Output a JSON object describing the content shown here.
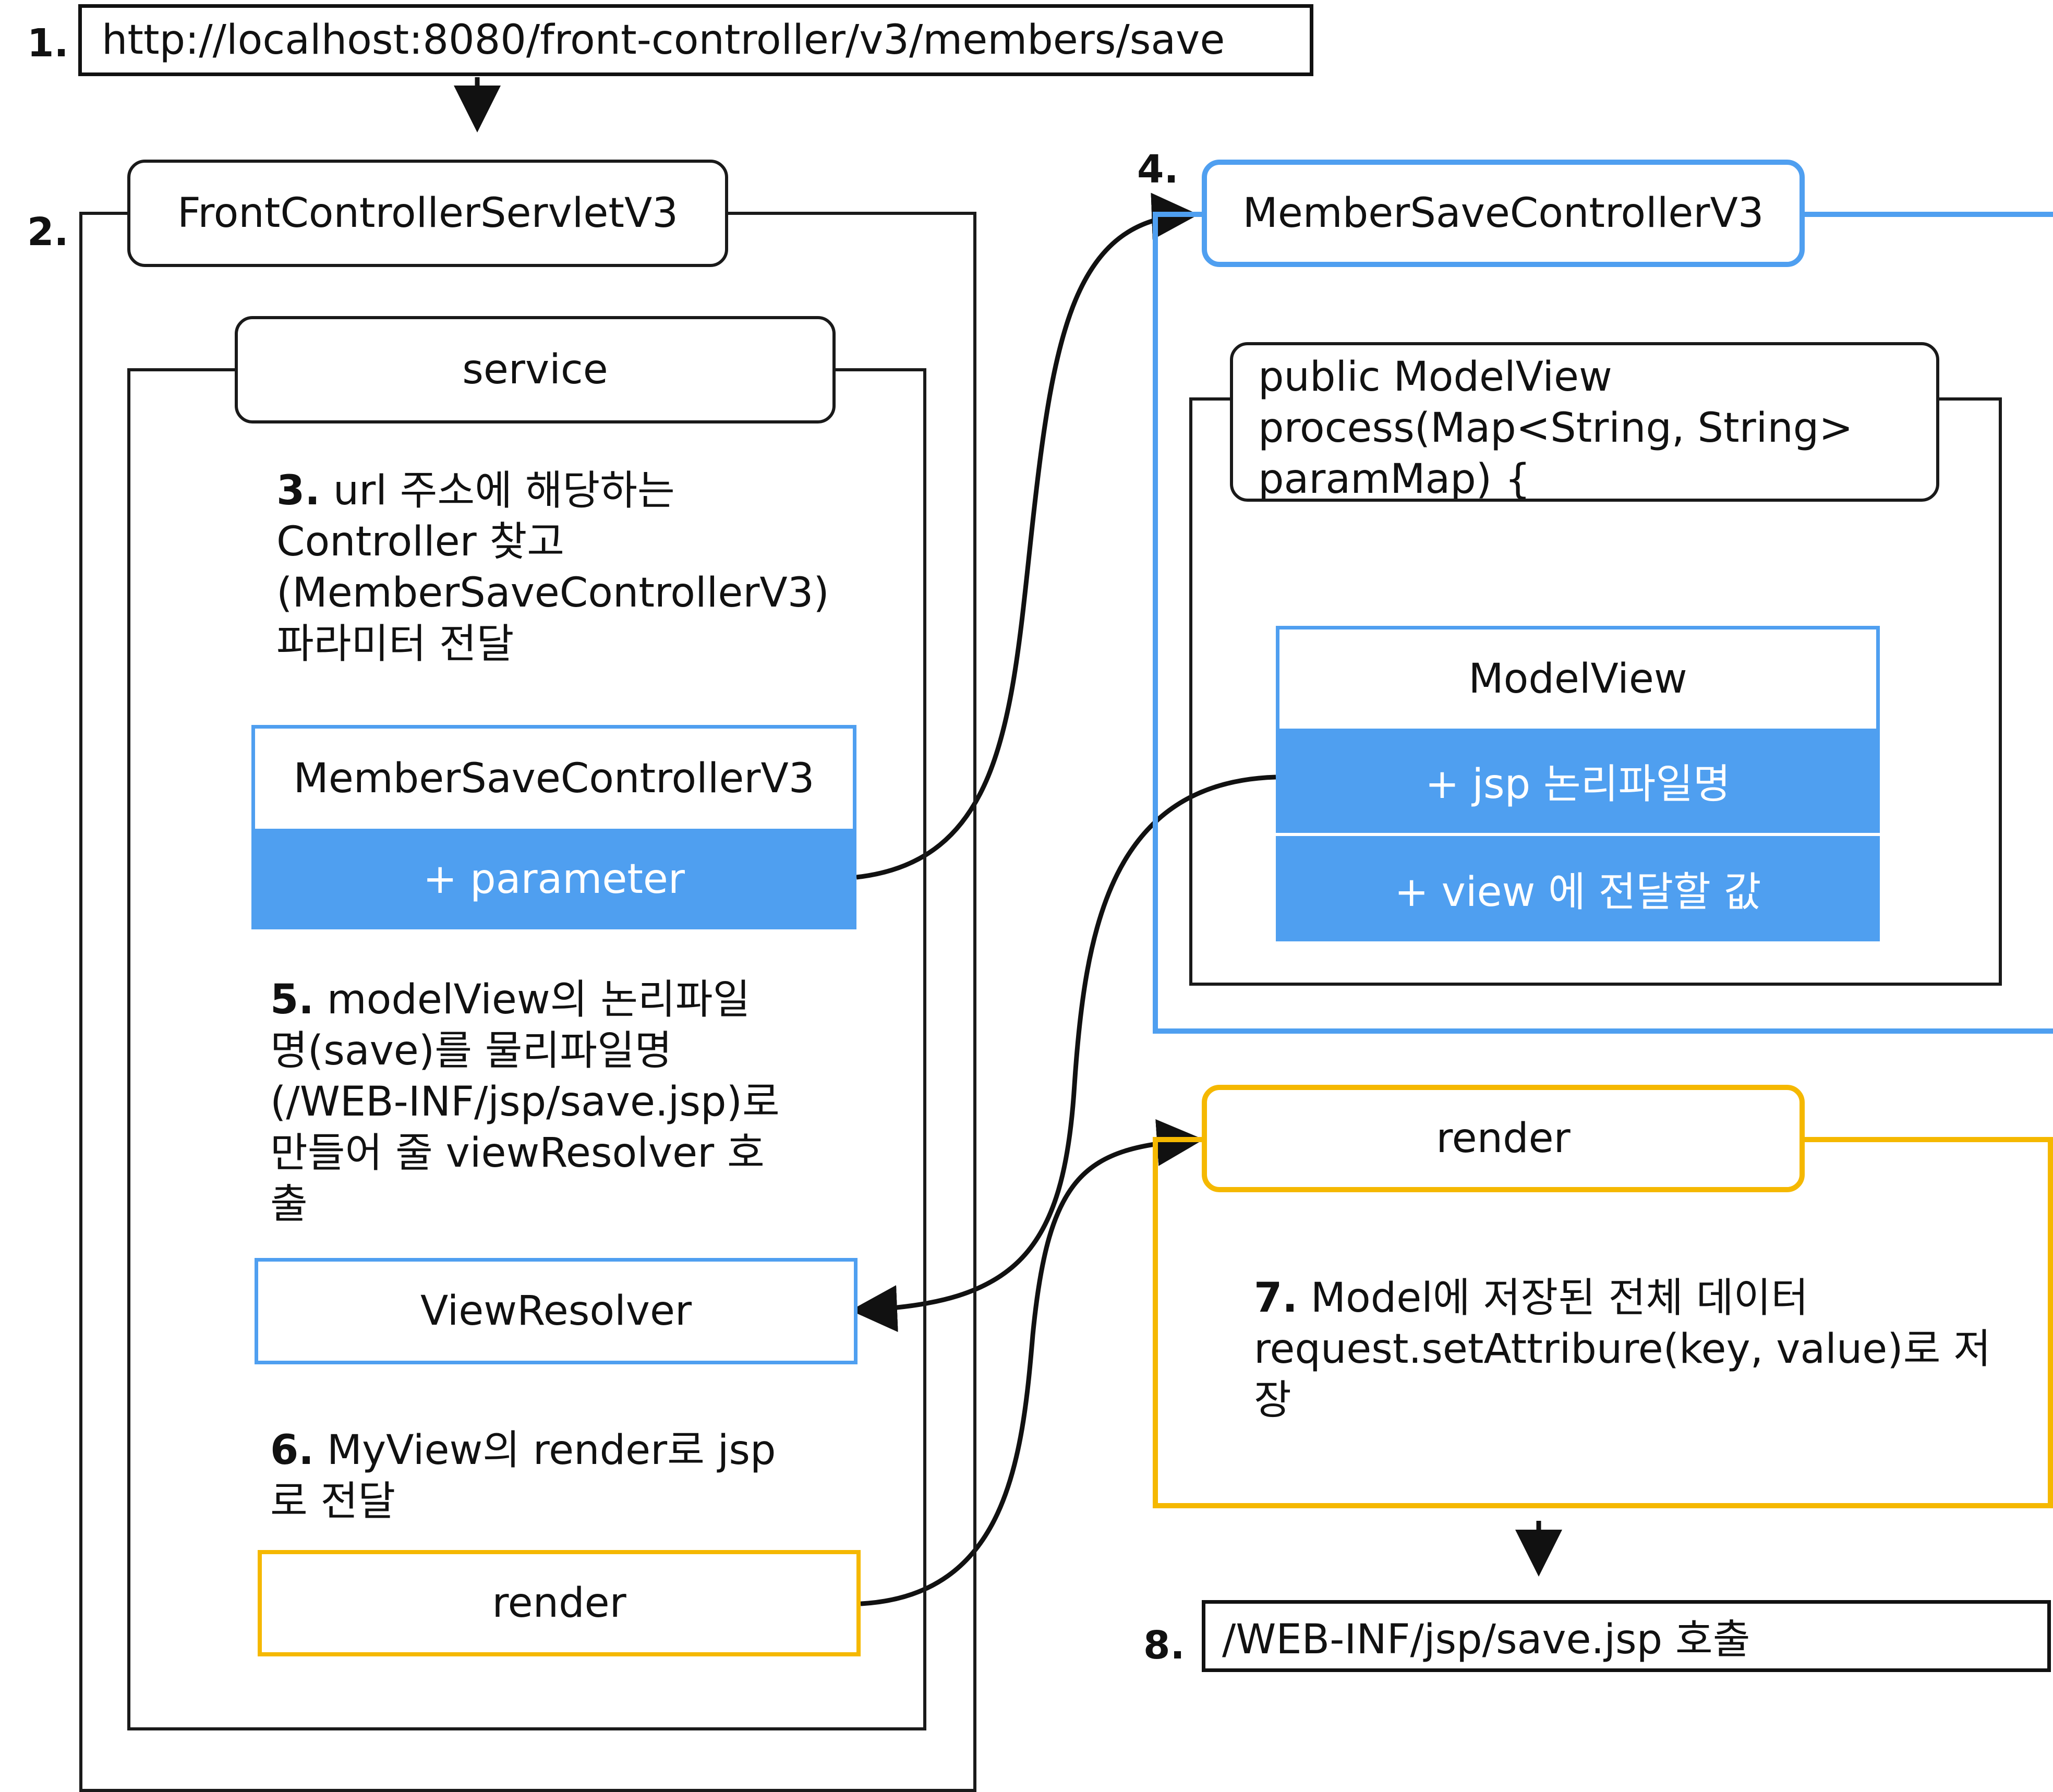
{
  "steps": {
    "s1": "1.",
    "s2": "2.",
    "s4": "4.",
    "s8": "8."
  },
  "url_box": "http://localhost:8080/front-controller/v3/members/save",
  "front_controller": {
    "title": "FrontControllerServletV3",
    "service_label": "service",
    "note3_num": "3.",
    "note3_text": " url 주소에 해당하는\nController 찾고\n(MemberSaveControllerV3)\n파라미터 전달",
    "controller_box_title": "MemberSaveControllerV3",
    "controller_box_param": "+ parameter",
    "note5_num": "5.",
    "note5_text": "  modelView의 논리파일\n명(save)를 물리파일명\n(/WEB-INF/jsp/save.jsp)로\n만들어 줄 viewResolver 호\n출",
    "view_resolver_label": "ViewResolver",
    "note6_num": "6.",
    "note6_text": "  MyView의 render로 jsp\n로 전달",
    "render_label": "render"
  },
  "member_controller": {
    "title": "MemberSaveControllerV3",
    "method_label": "public ModelView\nprocess(Map<String, String>\nparamMap) {",
    "modelview_title": "ModelView",
    "modelview_row1": "+ jsp 논리파일명",
    "modelview_row2": "+ view 에 전달할 값"
  },
  "render_panel": {
    "title": "render",
    "note7_num": "7.",
    "note7_text": "  Model에 저장된 전체 데이터\nrequest.setAttribure(key, value)로 저\n장"
  },
  "final_box": "/WEB-INF/jsp/save.jsp 호출",
  "colors": {
    "blue": "#4f9ff0",
    "yellow": "#f5b800",
    "black": "#1a1a1a"
  }
}
